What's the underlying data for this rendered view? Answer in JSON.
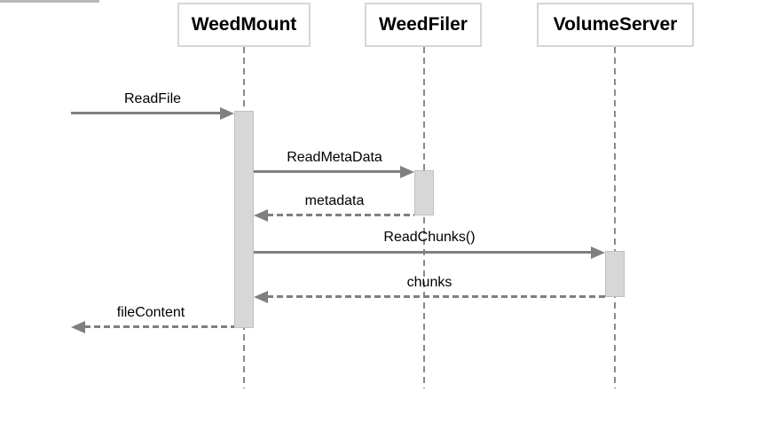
{
  "diagram": {
    "type": "sequence",
    "participants": [
      {
        "name": "WeedMount"
      },
      {
        "name": "WeedFiler"
      },
      {
        "name": "VolumeServer"
      }
    ],
    "messages": [
      {
        "label": "ReadFile",
        "from": "external",
        "to": "WeedMount",
        "line": "solid",
        "direction": "right"
      },
      {
        "label": "ReadMetaData",
        "from": "WeedMount",
        "to": "WeedFiler",
        "line": "solid",
        "direction": "right"
      },
      {
        "label": "metadata",
        "from": "WeedFiler",
        "to": "WeedMount",
        "line": "dashed",
        "direction": "left"
      },
      {
        "label": "ReadChunks()",
        "from": "WeedMount",
        "to": "VolumeServer",
        "line": "solid",
        "direction": "right"
      },
      {
        "label": "chunks",
        "from": "VolumeServer",
        "to": "WeedMount",
        "line": "dashed",
        "direction": "left"
      },
      {
        "label": "fileContent",
        "from": "WeedMount",
        "to": "external",
        "line": "dashed",
        "direction": "left"
      }
    ],
    "colors": {
      "background": "#ffffff",
      "arrow": "#7f7f7f",
      "lifeline": "#8a8a8a",
      "activation_fill": "#d7d7d7",
      "activation_border": "#c0c0c0",
      "participant_border": "#d6d6d6",
      "text": "#000000",
      "top_artifact": "#b9b9b9"
    }
  }
}
